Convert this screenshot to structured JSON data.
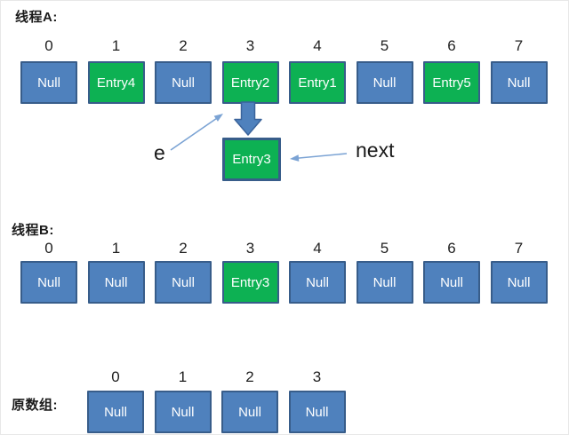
{
  "colors": {
    "cell_blue": "#4f81bd",
    "cell_green": "#0db153",
    "cell_border": "#385d8a",
    "cell_text": "#ffffff",
    "thin_arrow": "#7ba3d4",
    "thick_arrow_fill": "#4f81bd",
    "thick_arrow_stroke": "#3a639b",
    "label_color": "#1a1a1a"
  },
  "thread_a": {
    "label": "线程A:",
    "indices": [
      "0",
      "1",
      "2",
      "3",
      "4",
      "5",
      "6",
      "7"
    ],
    "cells": [
      {
        "text": "Null",
        "type": "null"
      },
      {
        "text": "Entry4",
        "type": "entry"
      },
      {
        "text": "Null",
        "type": "null"
      },
      {
        "text": "Entry2",
        "type": "entry"
      },
      {
        "text": "Entry1",
        "type": "entry"
      },
      {
        "text": "Null",
        "type": "null"
      },
      {
        "text": "Entry5",
        "type": "entry"
      },
      {
        "text": "Null",
        "type": "null"
      }
    ]
  },
  "pointers": {
    "e_label": "e",
    "next_label": "next",
    "node": {
      "text": "Entry3",
      "type": "entry"
    }
  },
  "thread_b": {
    "label": "线程B:",
    "indices": [
      "0",
      "1",
      "2",
      "3",
      "4",
      "5",
      "6",
      "7"
    ],
    "cells": [
      {
        "text": "Null",
        "type": "null"
      },
      {
        "text": "Null",
        "type": "null"
      },
      {
        "text": "Null",
        "type": "null"
      },
      {
        "text": "Entry3",
        "type": "entry"
      },
      {
        "text": "Null",
        "type": "null"
      },
      {
        "text": "Null",
        "type": "null"
      },
      {
        "text": "Null",
        "type": "null"
      },
      {
        "text": "Null",
        "type": "null"
      }
    ]
  },
  "original_array": {
    "label": "原数组:",
    "indices": [
      "0",
      "1",
      "2",
      "3"
    ],
    "cells": [
      {
        "text": "Null",
        "type": "null"
      },
      {
        "text": "Null",
        "type": "null"
      },
      {
        "text": "Null",
        "type": "null"
      },
      {
        "text": "Null",
        "type": "null"
      }
    ]
  }
}
